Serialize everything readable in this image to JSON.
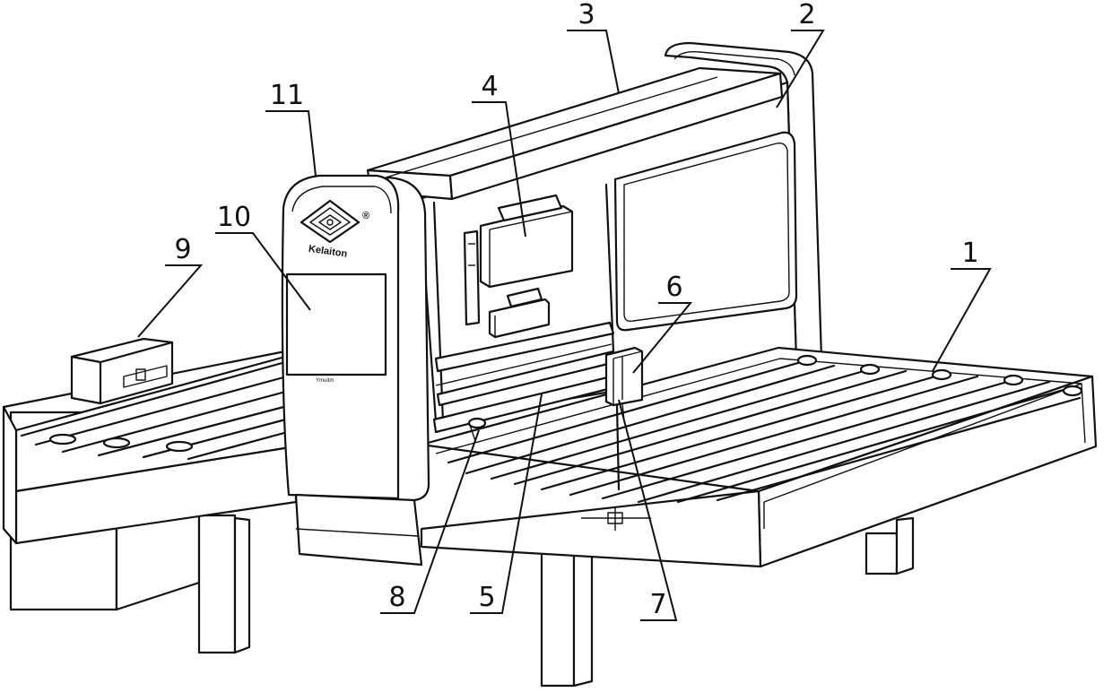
{
  "drawing": {
    "brand_text": "Kelaiton",
    "registered_mark": "®",
    "panel_small_text": "Ymuitm",
    "callouts": [
      {
        "id": "1",
        "label": "1"
      },
      {
        "id": "2",
        "label": "2"
      },
      {
        "id": "3",
        "label": "3"
      },
      {
        "id": "4",
        "label": "4"
      },
      {
        "id": "5",
        "label": "5"
      },
      {
        "id": "6",
        "label": "6"
      },
      {
        "id": "7",
        "label": "7"
      },
      {
        "id": "8",
        "label": "8"
      },
      {
        "id": "9",
        "label": "9"
      },
      {
        "id": "10",
        "label": "10"
      },
      {
        "id": "11",
        "label": "11"
      }
    ]
  }
}
